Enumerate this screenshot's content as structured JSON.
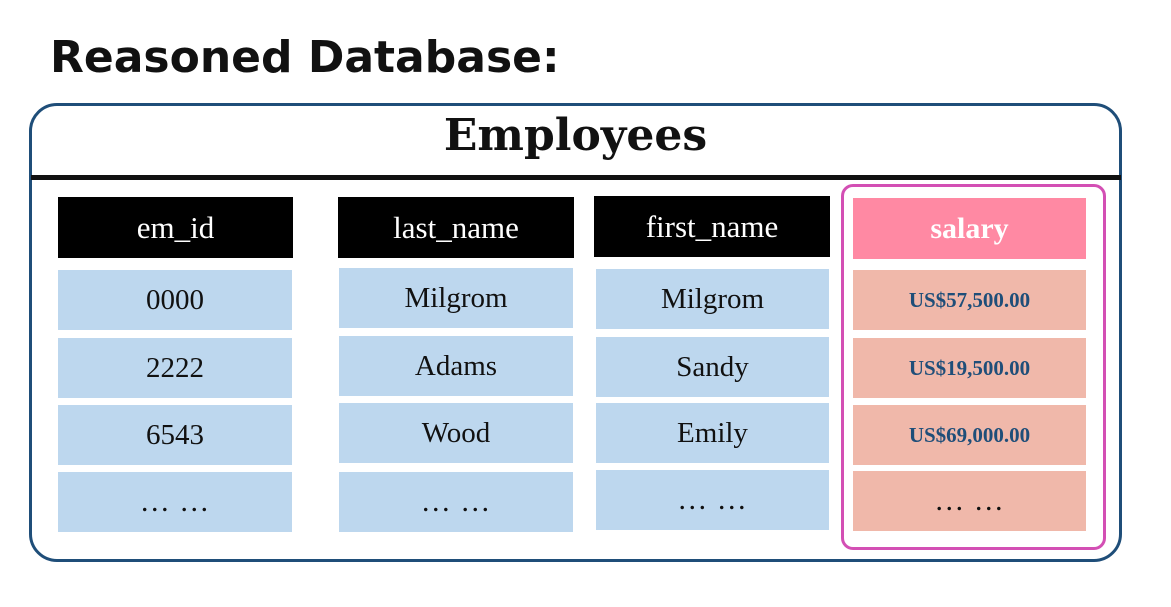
{
  "title": "Reasoned Database:",
  "table": {
    "name": "Employees",
    "columns": [
      "em_id",
      "last_name",
      "first_name",
      "salary"
    ],
    "rows": [
      [
        "0000",
        "Milgrom",
        "Milgrom",
        "US$57,500.00"
      ],
      [
        "2222",
        "Adams",
        "Sandy",
        "US$19,500.00"
      ],
      [
        "6543",
        "Wood",
        "Emily",
        "US$69,000.00"
      ],
      [
        "… …",
        "… …",
        "… …",
        "… …"
      ]
    ],
    "highlighted_column": "salary"
  },
  "colors": {
    "frame_border": "#1f4e79",
    "header_bg": "#000000",
    "header_text": "#ffffff",
    "highlight_header_bg": "#ff89a3",
    "cell_bg": "#bdd7ee",
    "highlight_cell_bg": "#f0b8aa",
    "highlight_border": "#d34fb4",
    "salary_text": "#1f4e79"
  }
}
